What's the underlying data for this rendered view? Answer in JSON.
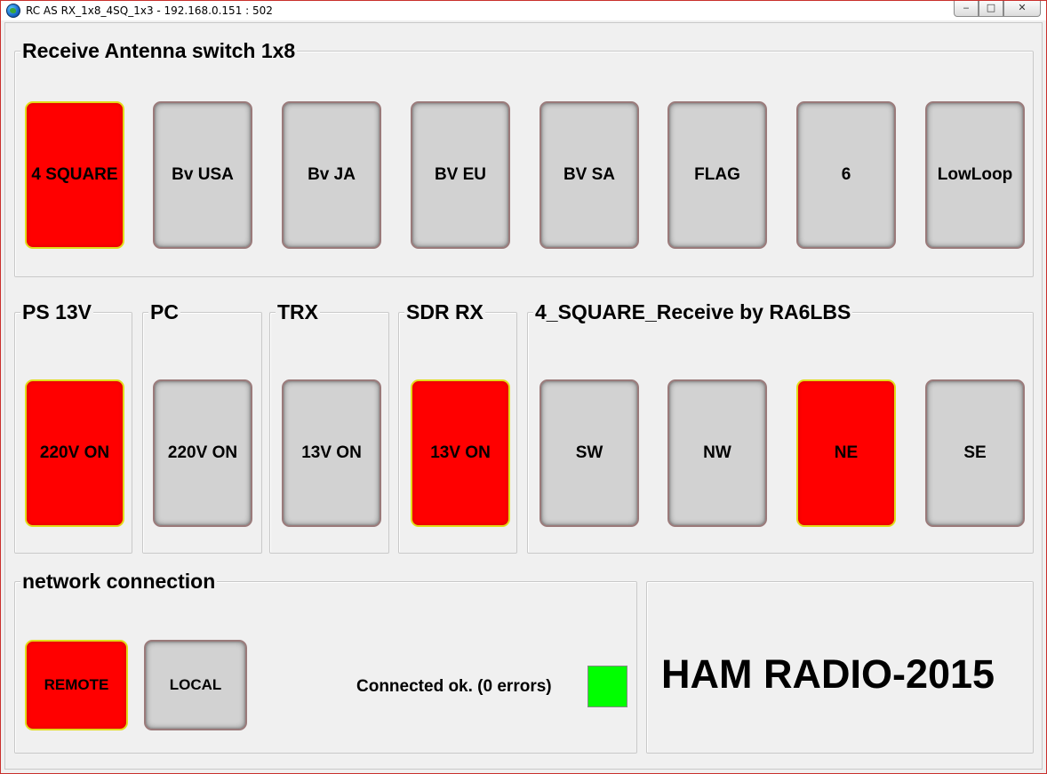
{
  "window": {
    "title": "RC AS RX_1x8_4SQ_1x3 - 192.168.0.151 : 502",
    "controls": {
      "minimize": "‒",
      "maximize": "□",
      "close": "✕"
    }
  },
  "antenna_switch": {
    "title": "Receive Antenna switch 1x8",
    "buttons": [
      {
        "label": "4 SQUARE",
        "active": true
      },
      {
        "label": "Bv USA",
        "active": false
      },
      {
        "label": "Bv JA",
        "active": false
      },
      {
        "label": "BV EU",
        "active": false
      },
      {
        "label": "BV SA",
        "active": false
      },
      {
        "label": "FLAG",
        "active": false
      },
      {
        "label": "6",
        "active": false
      },
      {
        "label": "LowLoop",
        "active": false
      }
    ]
  },
  "power": {
    "ps": {
      "title": "PS 13V",
      "button": {
        "label": "220V ON",
        "active": true
      }
    },
    "pc": {
      "title": "PC",
      "button": {
        "label": "220V ON",
        "active": false
      }
    },
    "trx": {
      "title": "TRX",
      "button": {
        "label": "13V ON",
        "active": false
      }
    },
    "sdr": {
      "title": "SDR RX",
      "button": {
        "label": "13V ON",
        "active": true
      }
    }
  },
  "four_square": {
    "title": "4_SQUARE_Receive by RA6LBS",
    "buttons": [
      {
        "label": "SW",
        "active": false
      },
      {
        "label": "NW",
        "active": false
      },
      {
        "label": "NE",
        "active": true
      },
      {
        "label": "SE",
        "active": false
      }
    ]
  },
  "network": {
    "title": "network connection",
    "remote": {
      "label": "REMOTE",
      "active": true
    },
    "local": {
      "label": "LOCAL",
      "active": false
    },
    "status": "Connected ok. (0 errors)",
    "status_color": "#00ff00"
  },
  "banner": {
    "text": "HAM RADIO-2015"
  },
  "colors": {
    "active": "#ff0000",
    "inactive": "#d2d2d2",
    "active_border": "#e2dc1a"
  }
}
